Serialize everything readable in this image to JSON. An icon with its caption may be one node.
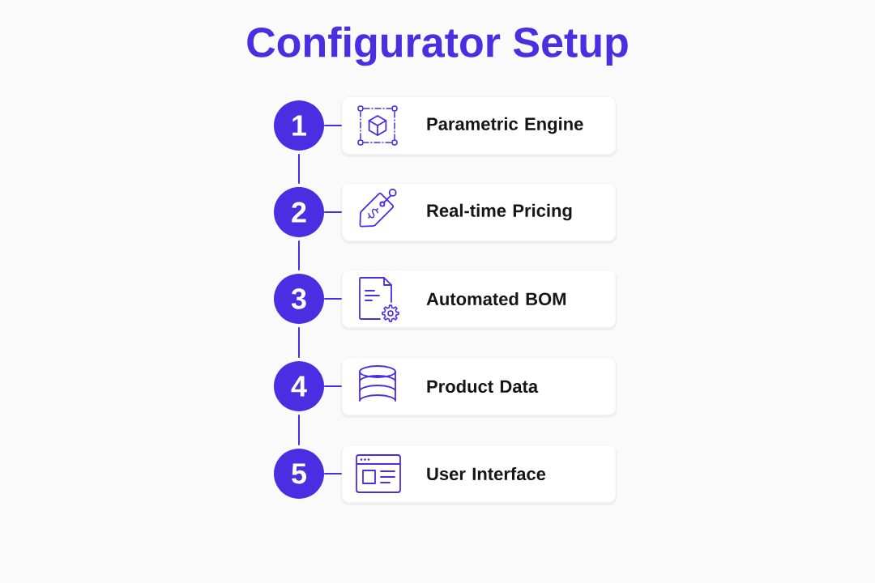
{
  "diagram": {
    "title": "Configurator Setup",
    "nodes": [
      {
        "text": [
          "1"
        ]
      },
      {
        "text": [
          "Parametric Engine"
        ]
      },
      {
        "text": [
          "2"
        ]
      },
      {
        "text": [
          "Real-time Pricing"
        ]
      },
      {
        "text": [
          "3"
        ]
      },
      {
        "text": [
          "Automated BOM"
        ]
      },
      {
        "text": [
          "4"
        ]
      },
      {
        "text": [
          "Product Data"
        ]
      },
      {
        "text": [
          "5"
        ]
      },
      {
        "text": [
          "User Interface"
        ]
      }
    ],
    "edges": [
      {
        "from": 0,
        "to": 1,
        "arrow": "none"
      },
      {
        "from": 0,
        "to": 2,
        "arrow": "none"
      },
      {
        "from": 2,
        "to": 3,
        "arrow": "none"
      },
      {
        "from": 2,
        "to": 4,
        "arrow": "none"
      },
      {
        "from": 4,
        "to": 5,
        "arrow": "none"
      },
      {
        "from": 4,
        "to": 6,
        "arrow": "none"
      },
      {
        "from": 6,
        "to": 7,
        "arrow": "none"
      },
      {
        "from": 6,
        "to": 8,
        "arrow": "none"
      },
      {
        "from": 8,
        "to": 9,
        "arrow": "none"
      }
    ]
  }
}
